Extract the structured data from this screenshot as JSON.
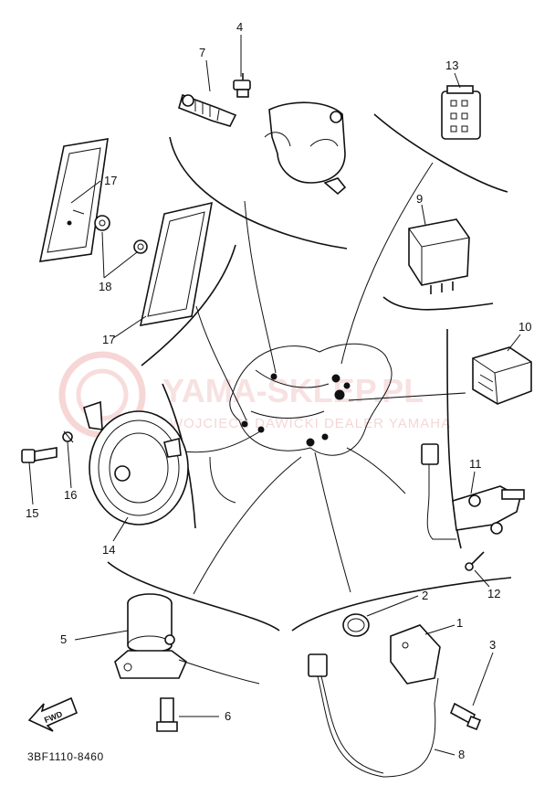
{
  "drawing_code": "3BF1110-8460",
  "fwd_label": "FWD",
  "watermark": {
    "brand": "YAMA-SKLEP.PL",
    "subtitle": "WOJCIECH DAWICKI DEALER YAMAHA"
  },
  "callouts": [
    "1",
    "2",
    "3",
    "4",
    "5",
    "6",
    "7",
    "8",
    "9",
    "10",
    "11",
    "12",
    "13",
    "14",
    "15",
    "16",
    "17",
    "17",
    "18"
  ]
}
